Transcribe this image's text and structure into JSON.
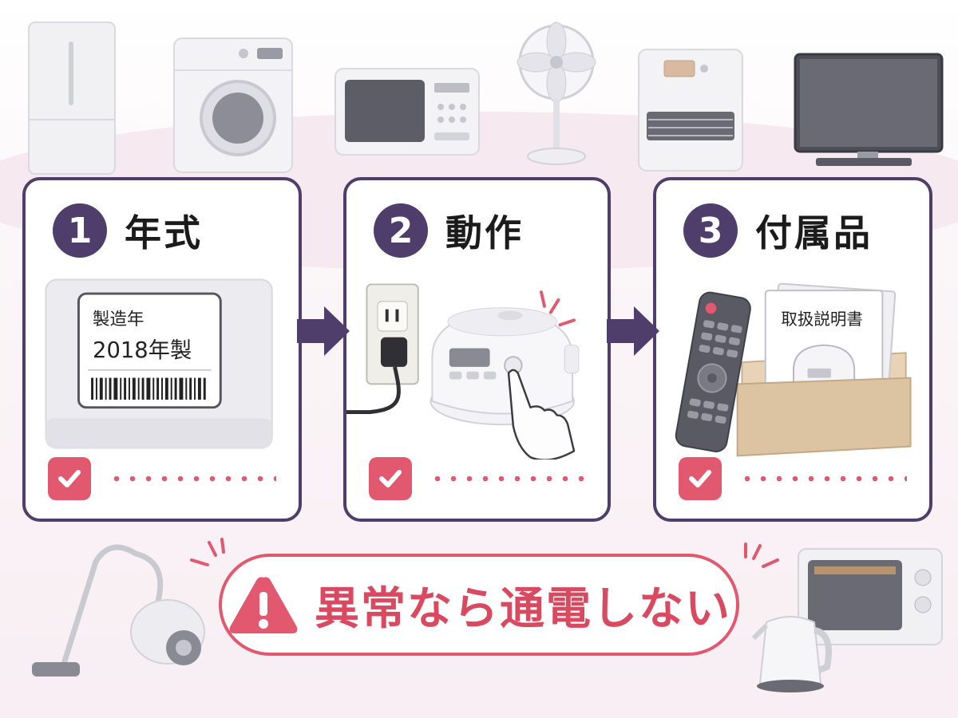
{
  "steps": [
    {
      "number": "1",
      "title": "年式"
    },
    {
      "number": "2",
      "title": "動作"
    },
    {
      "number": "3",
      "title": "付属品"
    }
  ],
  "step1_label": {
    "line1": "製造年",
    "line2": "2018年製"
  },
  "step3_manual_title": "取扱説明書",
  "warning": {
    "icon": "warning-triangle-icon",
    "text": "異常なら通電しない"
  },
  "colors": {
    "primary": "#4f3d6b",
    "accent": "#e2596f"
  }
}
